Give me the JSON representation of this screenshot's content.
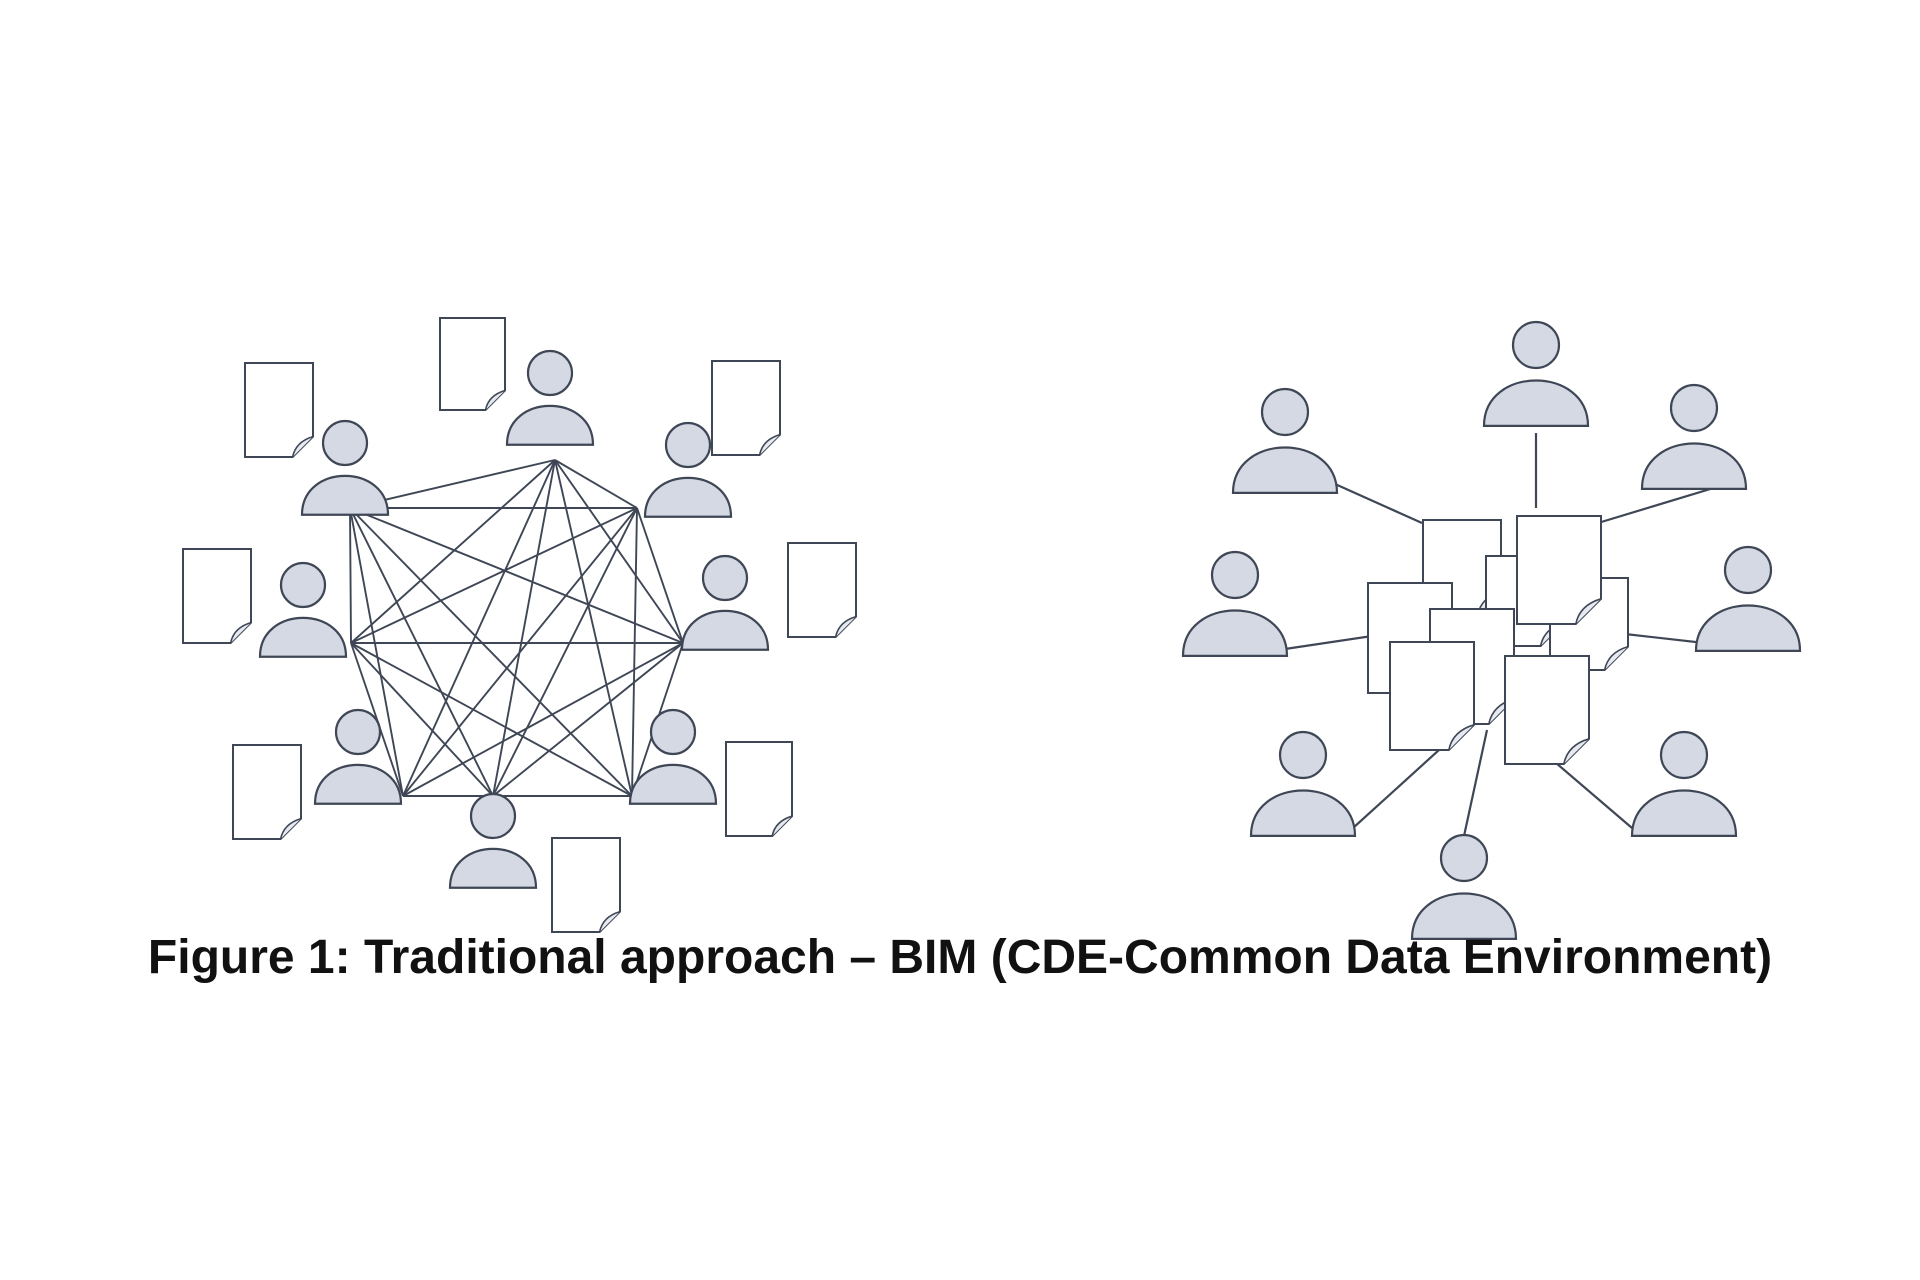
{
  "figure": {
    "caption": "Figure 1: Traditional approach – BIM (CDE-Common Data Environment)",
    "colors": {
      "person_fill": "#d4d9e3",
      "stroke": "#3f4756",
      "document_fill": "#ffffff",
      "background": "#ffffff"
    },
    "icons": {
      "person": "person-icon",
      "document": "document-icon"
    },
    "left_panel": {
      "people_count": 8,
      "documents_count": 8,
      "connection_style": "fully-connected mesh between all people"
    },
    "right_panel": {
      "people_count": 8,
      "central_documents_count": 8,
      "connection_style": "each person connected to a central document stack"
    }
  }
}
